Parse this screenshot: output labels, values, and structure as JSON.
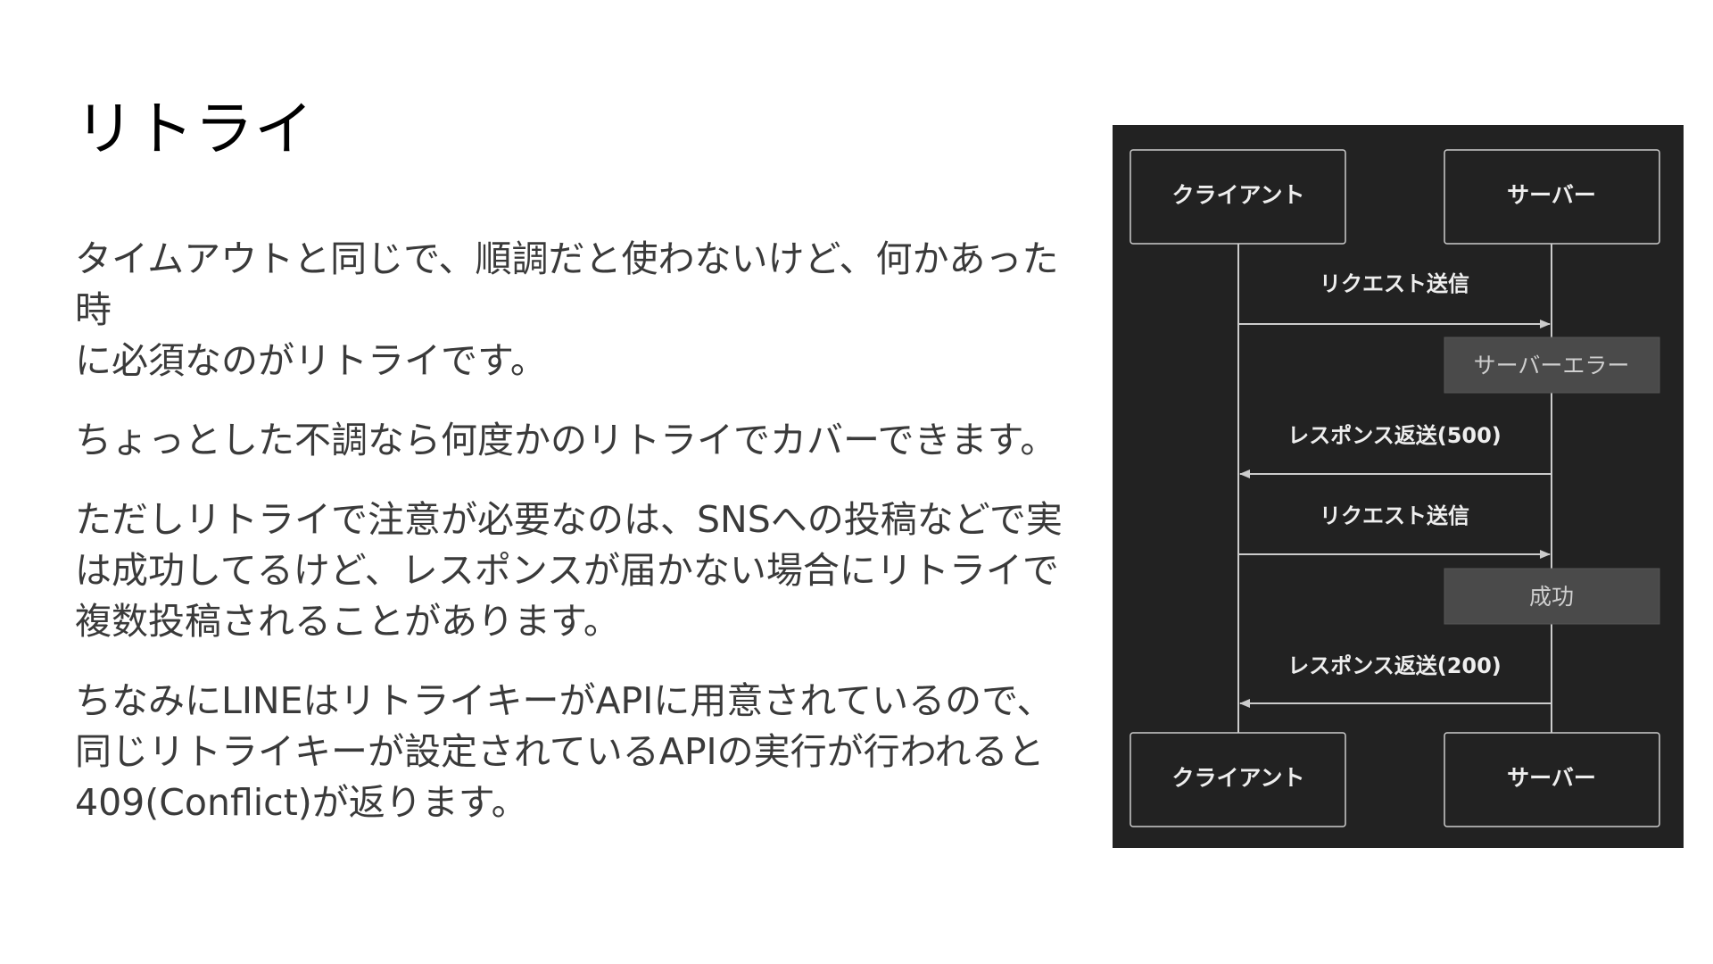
{
  "slide": {
    "title": "リトライ",
    "paragraphs": [
      "タイムアウトと同じで、順調だと使わないけど、何かあった時\nに必須なのがリトライです。",
      "ちょっとした不調なら何度かのリトライでカバーできます。",
      "ただしリトライで注意が必要なのは、SNSへの投稿などで実\nは成功してるけど、レスポンスが届かない場合にリトライで\n複数投稿されることがあります。",
      "ちなみにLINEはリトライキーがAPIに用意されているので、\n同じリトライキーが設定されているAPIの実行が行われると\n409(Conflict)が返ります。"
    ]
  },
  "diagram": {
    "colors": {
      "background": "#222222",
      "line": "#cccccc",
      "box_border": "#cccccc",
      "note_fill": "#4a4a4a",
      "text": "#eeeeee",
      "note_text": "#cfcfcf"
    },
    "actors": {
      "client": "クライアント",
      "server": "サーバー"
    },
    "messages": [
      {
        "label": "リクエスト送信",
        "direction": "client-to-server"
      },
      {
        "label": "レスポンス返送(500)",
        "direction": "server-to-client"
      },
      {
        "label": "リクエスト送信",
        "direction": "client-to-server"
      },
      {
        "label": "レスポンス返送(200)",
        "direction": "server-to-client"
      }
    ],
    "notes": [
      "サーバーエラー",
      "成功"
    ]
  }
}
